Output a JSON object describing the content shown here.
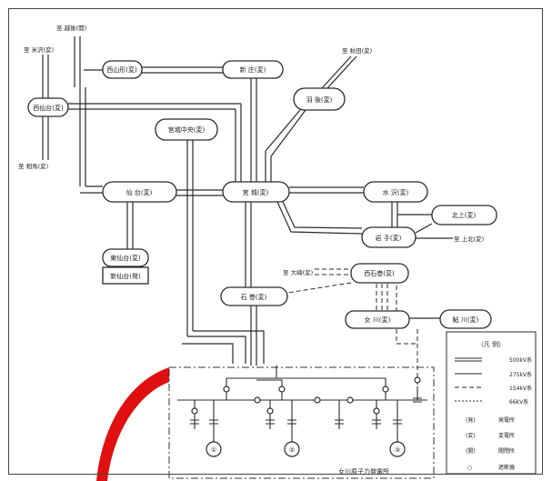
{
  "stations": {
    "nishiyamagata": "西山形(変)",
    "shinjo": "新 庄(変)",
    "nishisendai": "西仙台(変)",
    "haba": "羽 後(変)",
    "miyagichuo": "宮城中央(変)",
    "sendai": "仙 台(変)",
    "miyagi": "宮 城(変)",
    "mizusawa": "水 沢(変)",
    "kitakami": "北上(変)",
    "iwate": "岩 手(変)",
    "higashisendai": "東仙台(変)",
    "shinsendai": "新仙台(発)",
    "ishinomaki_west": "西石巻(変)",
    "ishinomaki": "石 巻(変)",
    "onagawa": "女 川(変)",
    "ayukawa": "鮎 川(変)"
  },
  "external_labels": {
    "top_left": "至 越後(開)",
    "yonezawa": "至 米沢(変)",
    "akita": "至 秋田(変)",
    "souma": "至 相馬(変)",
    "kamikita": "至 上北(変)",
    "oosaki": "至 大崎(変)"
  },
  "plant_label": "女川原子力発電所",
  "generator_labels": [
    "①",
    "②",
    "③"
  ],
  "legend": {
    "title": "（凡 例）",
    "items": [
      {
        "label": "500kV系",
        "style": "double"
      },
      {
        "label": "275kV系",
        "style": "single"
      },
      {
        "label": "154kV系",
        "style": "dashed"
      },
      {
        "label": "66kV系",
        "style": "dotted"
      },
      {
        "label": "発電所",
        "mark": "(発)"
      },
      {
        "label": "変電所",
        "mark": "(変)"
      },
      {
        "label": "開閉所",
        "mark": "(開)"
      },
      {
        "label": "遮断器",
        "mark": "○"
      }
    ]
  },
  "colors": {
    "line": "#2a2a2a",
    "highlight": "#e01010"
  }
}
